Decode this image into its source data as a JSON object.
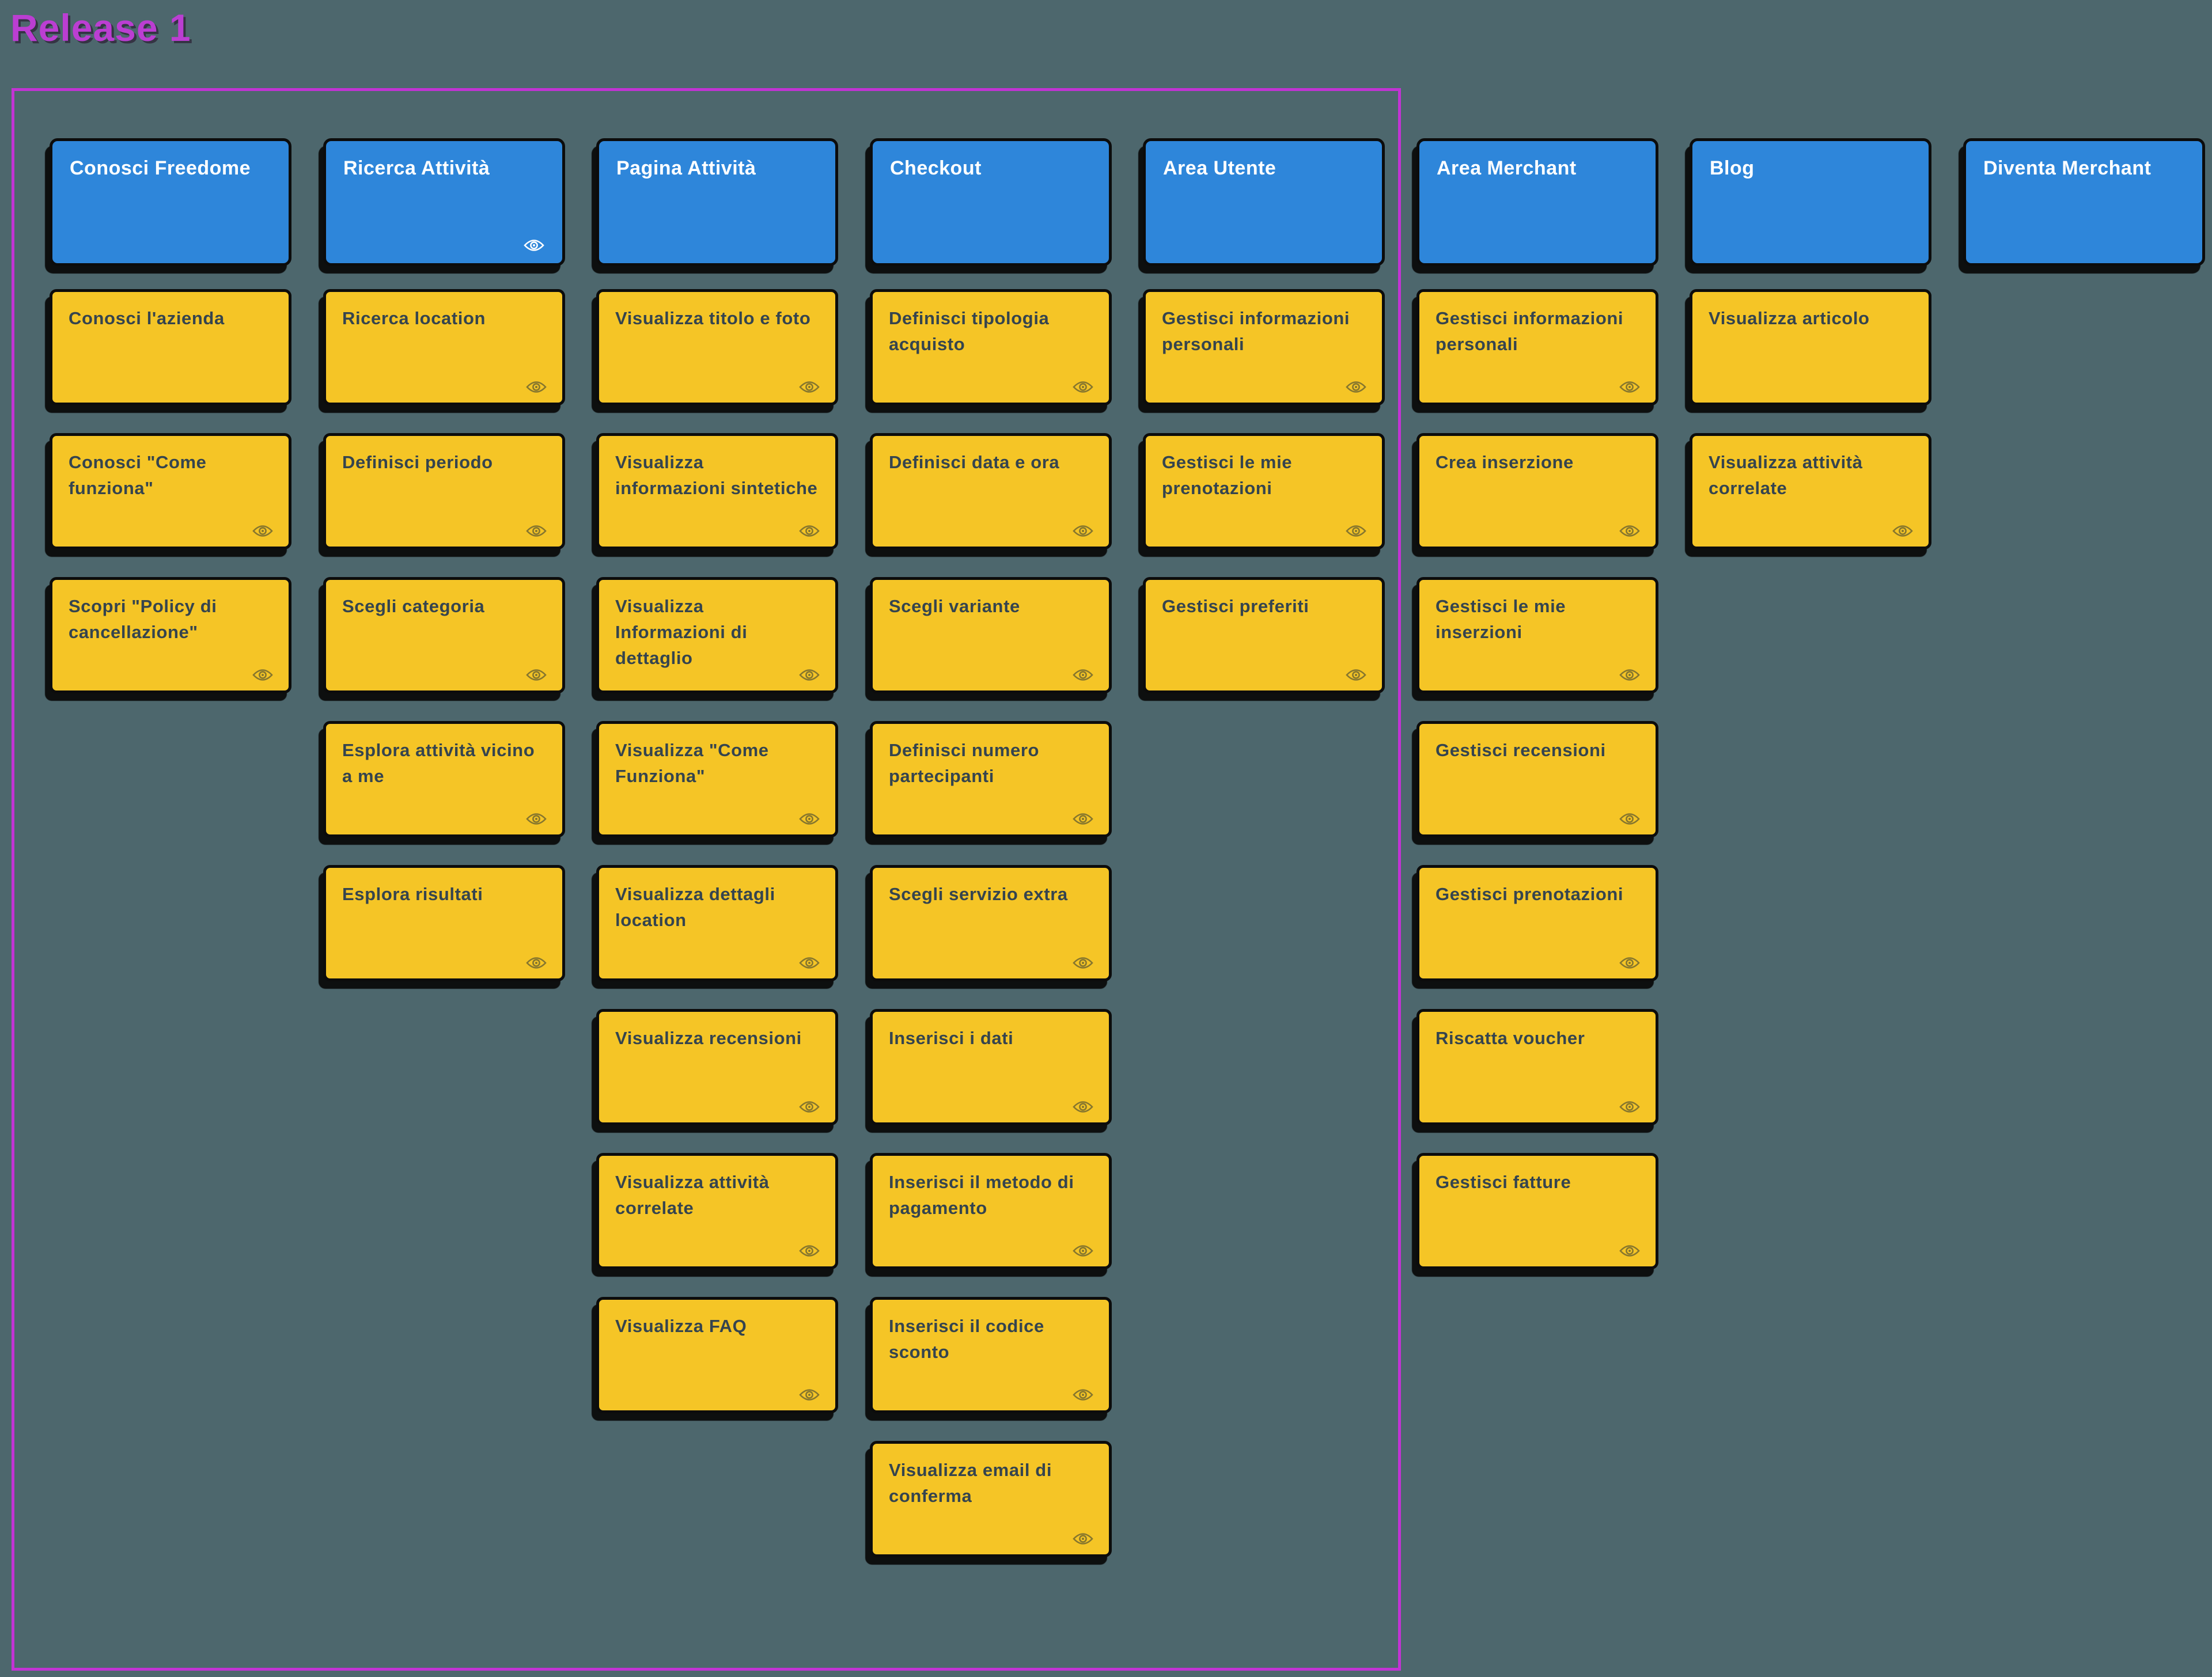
{
  "release": {
    "label": "Release 1"
  },
  "board": {
    "columns": [
      {
        "in_release": true,
        "header": {
          "label": "Conosci Freedome",
          "has_eye": false
        },
        "cards": [
          {
            "label": "Conosci l'azienda",
            "has_eye": false
          },
          {
            "label": "Conosci \"Come funziona\"",
            "has_eye": true
          },
          {
            "label": "Scopri \"Policy di cancellazione\"",
            "has_eye": true
          }
        ]
      },
      {
        "in_release": true,
        "header": {
          "label": "Ricerca Attività",
          "has_eye": true
        },
        "cards": [
          {
            "label": "Ricerca location",
            "has_eye": true
          },
          {
            "label": "Definisci periodo",
            "has_eye": true
          },
          {
            "label": "Scegli categoria",
            "has_eye": true
          },
          {
            "label": "Esplora attività vicino a me",
            "has_eye": true
          },
          {
            "label": "Esplora risultati",
            "has_eye": true
          }
        ]
      },
      {
        "in_release": true,
        "header": {
          "label": "Pagina Attività",
          "has_eye": false
        },
        "cards": [
          {
            "label": "Visualizza titolo e foto",
            "has_eye": true
          },
          {
            "label": "Visualizza informazioni sintetiche",
            "has_eye": true
          },
          {
            "label": "Visualizza Informazioni di dettaglio",
            "has_eye": true
          },
          {
            "label": "Visualizza \"Come Funziona\"",
            "has_eye": true
          },
          {
            "label": "Visualizza dettagli location",
            "has_eye": true
          },
          {
            "label": "Visualizza recensioni",
            "has_eye": true
          },
          {
            "label": "Visualizza attività correlate",
            "has_eye": true
          },
          {
            "label": "Visualizza FAQ",
            "has_eye": true
          }
        ]
      },
      {
        "in_release": true,
        "header": {
          "label": "Checkout",
          "has_eye": false
        },
        "cards": [
          {
            "label": "Definisci tipologia acquisto",
            "has_eye": true
          },
          {
            "label": "Definisci data e ora",
            "has_eye": true
          },
          {
            "label": "Scegli variante",
            "has_eye": true
          },
          {
            "label": "Definisci numero partecipanti",
            "has_eye": true
          },
          {
            "label": "Scegli servizio extra",
            "has_eye": true
          },
          {
            "label": "Inserisci i dati",
            "has_eye": true
          },
          {
            "label": "Inserisci il metodo di pagamento",
            "has_eye": true
          },
          {
            "label": "Inserisci il codice sconto",
            "has_eye": true
          },
          {
            "label": "Visualizza email di conferma",
            "has_eye": true
          }
        ]
      },
      {
        "in_release": true,
        "header": {
          "label": "Area Utente",
          "has_eye": false
        },
        "cards": [
          {
            "label": "Gestisci informazioni personali",
            "has_eye": true
          },
          {
            "label": "Gestisci le mie prenotazioni",
            "has_eye": true
          },
          {
            "label": "Gestisci preferiti",
            "has_eye": true
          }
        ]
      },
      {
        "in_release": false,
        "header": {
          "label": "Area Merchant",
          "has_eye": false
        },
        "cards": [
          {
            "label": "Gestisci informazioni personali",
            "has_eye": true
          },
          {
            "label": "Crea inserzione",
            "has_eye": true
          },
          {
            "label": "Gestisci le mie inserzioni",
            "has_eye": true
          },
          {
            "label": "Gestisci recensioni",
            "has_eye": true
          },
          {
            "label": "Gestisci prenotazioni",
            "has_eye": true
          },
          {
            "label": "Riscatta voucher",
            "has_eye": true
          },
          {
            "label": "Gestisci fatture",
            "has_eye": true
          }
        ]
      },
      {
        "in_release": false,
        "header": {
          "label": "Blog",
          "has_eye": false
        },
        "cards": [
          {
            "label": "Visualizza articolo",
            "has_eye": false
          },
          {
            "label": "Visualizza attività correlate",
            "has_eye": true
          }
        ]
      },
      {
        "in_release": false,
        "header": {
          "label": "Diventa Merchant",
          "has_eye": false
        },
        "cards": []
      }
    ]
  },
  "icons": {
    "eye": "eye-icon"
  },
  "colors": {
    "background": "#4d676d",
    "epic_blue": "#2e86da",
    "story_yellow": "#f5c526",
    "card_border_black": "#0c0c0c",
    "story_text": "#35444e",
    "epic_text": "#ffffff",
    "release_frame_magenta": "#c233d4",
    "release_title_magenta": "#bb3ed2",
    "eye_icon_on_story": "#86762e",
    "eye_icon_on_epic": "#ffffff"
  }
}
